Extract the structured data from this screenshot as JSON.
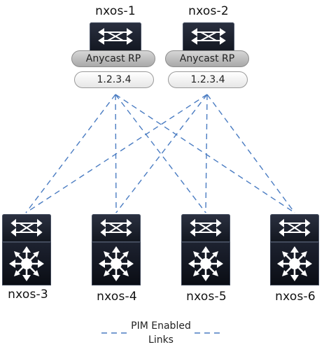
{
  "nodes": {
    "nxos1": {
      "label": "nxos-1",
      "role": "Anycast RP",
      "address": "1.2.3.4"
    },
    "nxos2": {
      "label": "nxos-2",
      "role": "Anycast RP",
      "address": "1.2.3.4"
    },
    "nxos3": {
      "label": "nxos-3"
    },
    "nxos4": {
      "label": "nxos-4"
    },
    "nxos5": {
      "label": "nxos-5"
    },
    "nxos6": {
      "label": "nxos-6"
    }
  },
  "legend": {
    "line1": "PIM Enabled",
    "line2": "Links"
  },
  "colors": {
    "link": "#4a7cc2",
    "device_dark": "#0f131c",
    "icon_white": "#ffffff"
  },
  "links": [
    [
      "nxos1",
      "nxos3"
    ],
    [
      "nxos1",
      "nxos4"
    ],
    [
      "nxos1",
      "nxos5"
    ],
    [
      "nxos1",
      "nxos6"
    ],
    [
      "nxos2",
      "nxos3"
    ],
    [
      "nxos2",
      "nxos4"
    ],
    [
      "nxos2",
      "nxos5"
    ],
    [
      "nxos2",
      "nxos6"
    ]
  ]
}
